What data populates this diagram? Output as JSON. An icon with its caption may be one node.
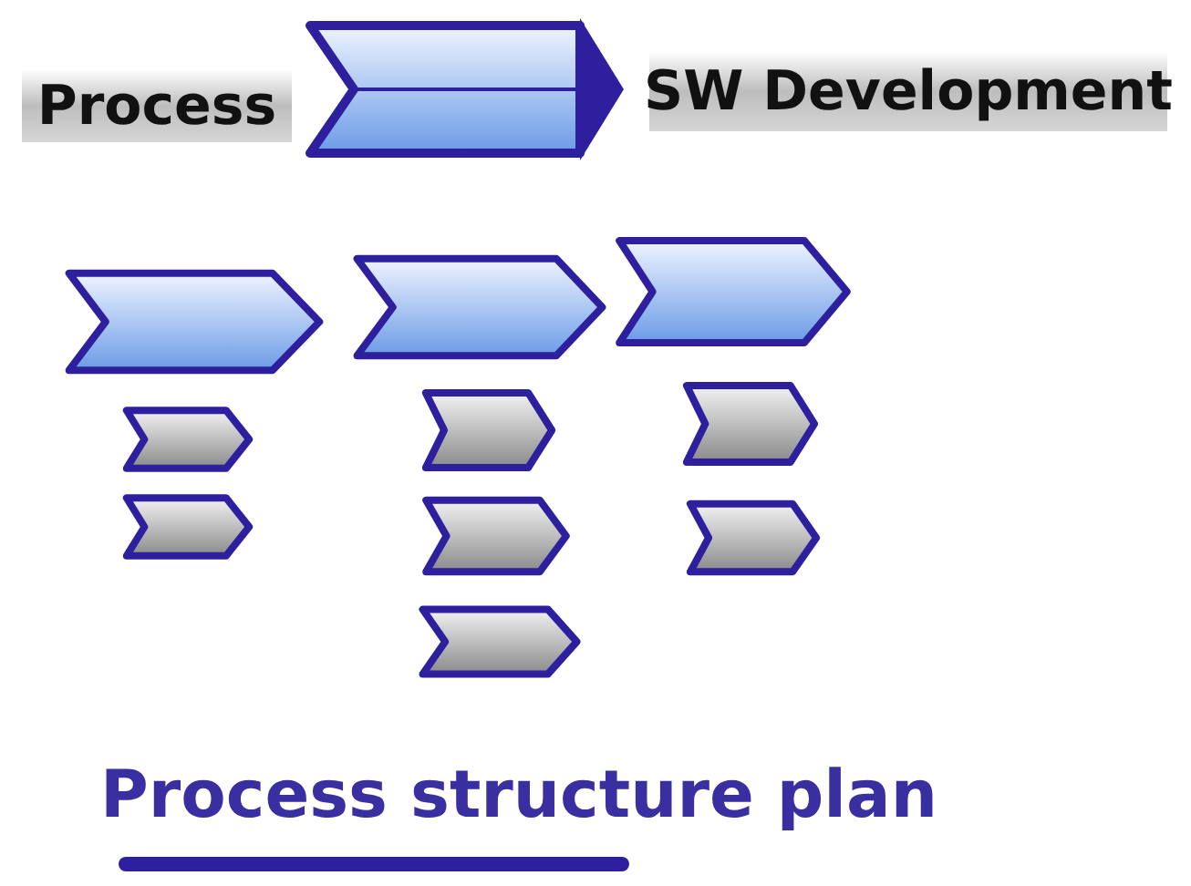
{
  "diagram": {
    "caption": "Process structure plan",
    "nodes": [
      {
        "text": [
          "Process"
        ]
      },
      {
        "text": [
          "SW Development"
        ]
      },
      {
        "text": [],
        "shape": "chevron"
      },
      {
        "text": [],
        "shape": "chevron"
      },
      {
        "text": [],
        "shape": "chevron"
      },
      {
        "text": [],
        "shape": "chevron"
      },
      {
        "text": [],
        "shape": "chevron"
      },
      {
        "text": [],
        "shape": "chevron"
      },
      {
        "text": [],
        "shape": "chevron"
      },
      {
        "text": [],
        "shape": "chevron"
      },
      {
        "text": [],
        "shape": "chevron"
      },
      {
        "text": [],
        "shape": "chevron"
      }
    ],
    "edges": [
      {
        "from": 0,
        "to": 1,
        "arrow": "to"
      }
    ]
  }
}
